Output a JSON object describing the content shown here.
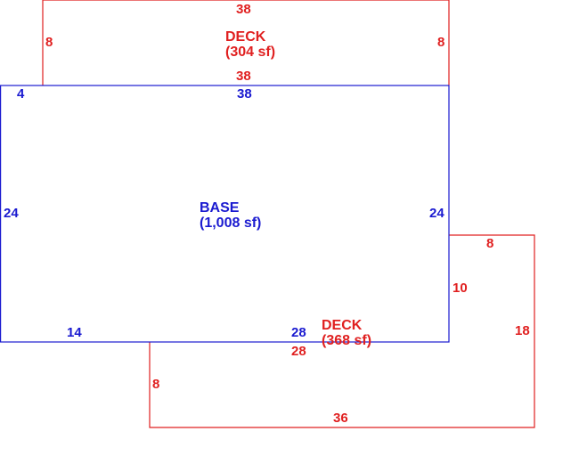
{
  "colors": {
    "deck": "#e02020",
    "base": "#1a1ad0"
  },
  "upper_deck": {
    "name": "DECK",
    "area": "(304 sf)",
    "dims": {
      "top": "38",
      "left": "8",
      "right": "8",
      "bottom": "38"
    }
  },
  "base": {
    "name": "BASE",
    "area": "(1,008 sf)",
    "dims": {
      "top": "38",
      "left": "24",
      "right": "24",
      "corner": "4",
      "bottom_left": "14",
      "bottom_right": "28"
    }
  },
  "lower_deck": {
    "name": "DECK",
    "area": "(368 sf)",
    "dims": {
      "top": "28",
      "left": "8",
      "bottom": "36",
      "right": "18",
      "step_top": "8",
      "step_side": "10"
    }
  }
}
